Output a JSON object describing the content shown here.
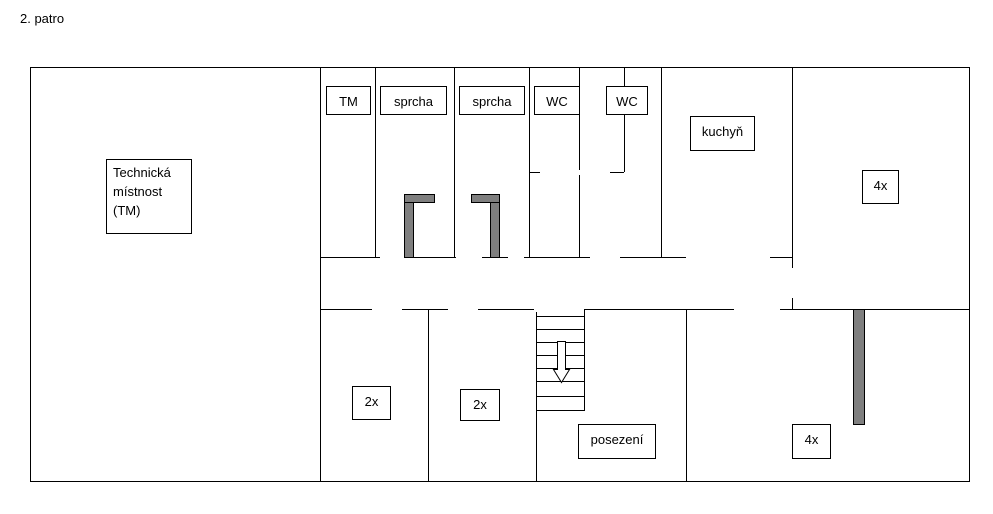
{
  "title": "2. patro",
  "rooms": {
    "technicka": [
      "Technická",
      "místnost",
      "(TM)"
    ],
    "tm": "TM",
    "sprcha1": "sprcha",
    "sprcha2": "sprcha",
    "wc1": "WC",
    "wc2": "WC",
    "kuchyn": "kuchyň",
    "room_4x_top": "4x",
    "room_2x_left": "2x",
    "room_2x_mid": "2x",
    "posezeni": "posezení",
    "room_4x_bottom": "4x"
  }
}
